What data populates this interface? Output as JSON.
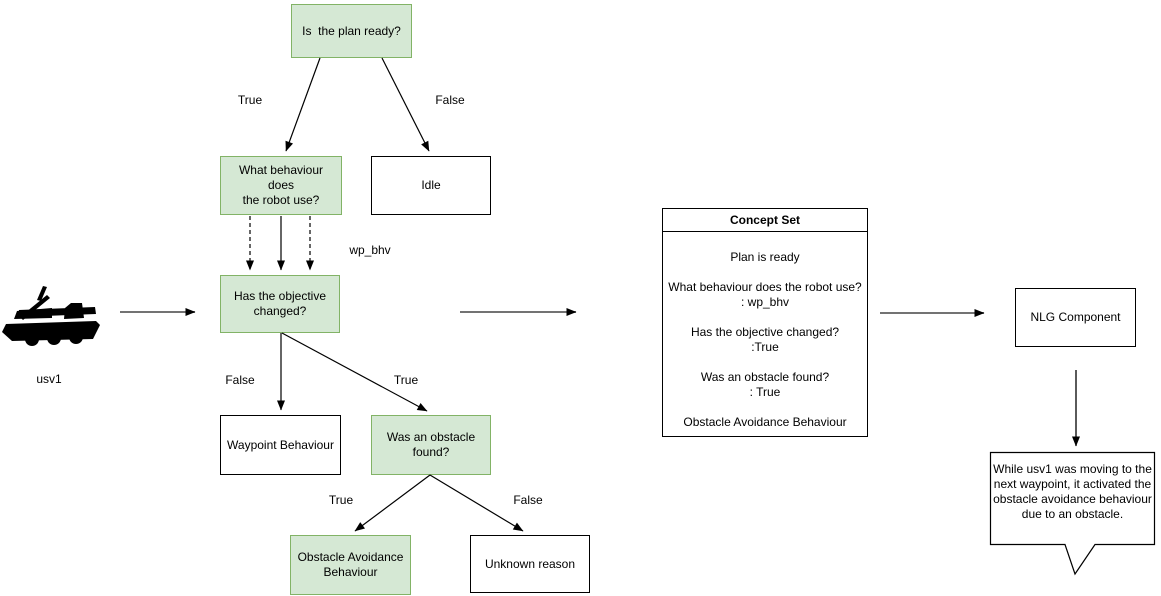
{
  "colors": {
    "green_fill": "#d5e8d4",
    "green_border": "#82b366",
    "white_fill": "#ffffff",
    "tree_edge": "#000000",
    "pipeline_edge": "#737373"
  },
  "robot": {
    "label": "usv1",
    "icon": "usv-boat-icon"
  },
  "decision_tree": {
    "plan_ready": "Is  the plan ready?",
    "what_behaviour": "What behaviour does\nthe robot use?",
    "idle": "Idle",
    "objective_changed": "Has the objective\nchanged?",
    "waypoint_behaviour": "Waypoint Behaviour",
    "obstacle_found": "Was an obstacle\nfound?",
    "obstacle_avoidance": "Obstacle Avoidance\nBehaviour",
    "unknown_reason": "Unknown reason",
    "labels": {
      "plan_true": "True",
      "plan_false": "False",
      "wp_bhv": "wp_bhv",
      "objective_false": "False",
      "objective_true": "True",
      "obstacle_true": "True",
      "obstacle_false": "False"
    }
  },
  "concept_set": {
    "title": "Concept Set",
    "items": [
      "Plan is ready",
      "What behaviour does the robot use?\n: wp_bhv",
      "Has the objective changed?\n:True",
      "Was an obstacle found?\n: True",
      "Obstacle Avoidance Behaviour"
    ]
  },
  "nlg": {
    "label": "NLG Component"
  },
  "speech_bubble": {
    "text": "While usv1 was moving to the next waypoint, it activated the obstacle avoidance behaviour due to an obstacle."
  }
}
